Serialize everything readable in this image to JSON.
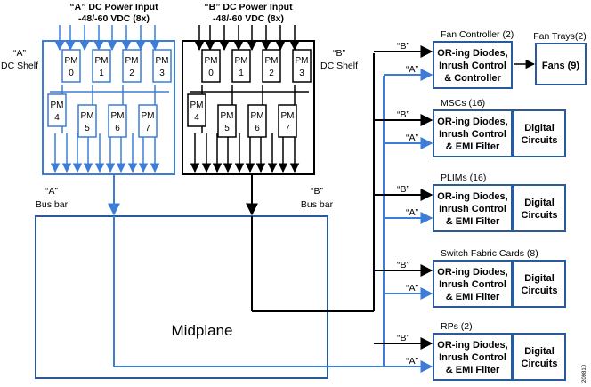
{
  "shelf_a": {
    "header_line1": "“A” DC Power Input",
    "header_line2": "-48/-60 VDC (8x)",
    "side_label_1": "“A”",
    "side_label_2": "DC Shelf",
    "busbar_1": "“A”",
    "busbar_2": "Bus bar",
    "modules": [
      {
        "name": "PM",
        "num": "0"
      },
      {
        "name": "PM",
        "num": "1"
      },
      {
        "name": "PM",
        "num": "2"
      },
      {
        "name": "PM",
        "num": "3"
      },
      {
        "name": "PM",
        "num": "4"
      },
      {
        "name": "PM",
        "num": "5"
      },
      {
        "name": "PM",
        "num": "6"
      },
      {
        "name": "PM",
        "num": "7"
      }
    ]
  },
  "shelf_b": {
    "header_line1": "“B” DC Power Input",
    "header_line2": "-48/-60 VDC (8x)",
    "side_label_1": "“B”",
    "side_label_2": "DC Shelf",
    "busbar_1": "“B”",
    "busbar_2": "Bus bar",
    "modules": [
      {
        "name": "PM",
        "num": "0"
      },
      {
        "name": "PM",
        "num": "1"
      },
      {
        "name": "PM",
        "num": "2"
      },
      {
        "name": "PM",
        "num": "3"
      },
      {
        "name": "PM",
        "num": "4"
      },
      {
        "name": "PM",
        "num": "5"
      },
      {
        "name": "PM",
        "num": "6"
      },
      {
        "name": "PM",
        "num": "7"
      }
    ]
  },
  "midplane": {
    "label": "Midplane"
  },
  "cards": [
    {
      "title": "Fan Controller (2)",
      "feed_b": "“B”",
      "feed_a": "“A”",
      "left_lines": [
        "OR-ing Diodes,",
        "Inrush Control",
        "& Controller"
      ]
    },
    {
      "title": "MSCs (16)",
      "feed_b": "“B”",
      "feed_a": "“A”",
      "left_lines": [
        "OR-ing Diodes,",
        "Inrush Control",
        "& EMI Filter"
      ],
      "right_lines": [
        "Digital",
        "Circuits"
      ]
    },
    {
      "title": "PLIMs (16)",
      "feed_b": "“B”",
      "feed_a": "“A”",
      "left_lines": [
        "OR-ing Diodes,",
        "Inrush Control",
        "& EMI Filter"
      ],
      "right_lines": [
        "Digital",
        "Circuits"
      ]
    },
    {
      "title": "Switch Fabric Cards (8)",
      "feed_b": "“B”",
      "feed_a": "“A”",
      "left_lines": [
        "OR-ing Diodes,",
        "Inrush Control",
        "& EMI Filter"
      ],
      "right_lines": [
        "Digital",
        "Circuits"
      ]
    },
    {
      "title": "RPs (2)",
      "feed_b": "“B”",
      "feed_a": "“A”",
      "left_lines": [
        "OR-ing Diodes,",
        "Inrush Control",
        "& EMI Filter"
      ],
      "right_lines": [
        "Digital",
        "Circuits"
      ]
    }
  ],
  "fan_trays": {
    "title": "Fan Trays(2)",
    "label": "Fans (9)"
  },
  "figure_id": "209810",
  "colors": {
    "blue": "#3b7dd8",
    "box_stroke": "#2a5a9a",
    "black": "#000000"
  }
}
